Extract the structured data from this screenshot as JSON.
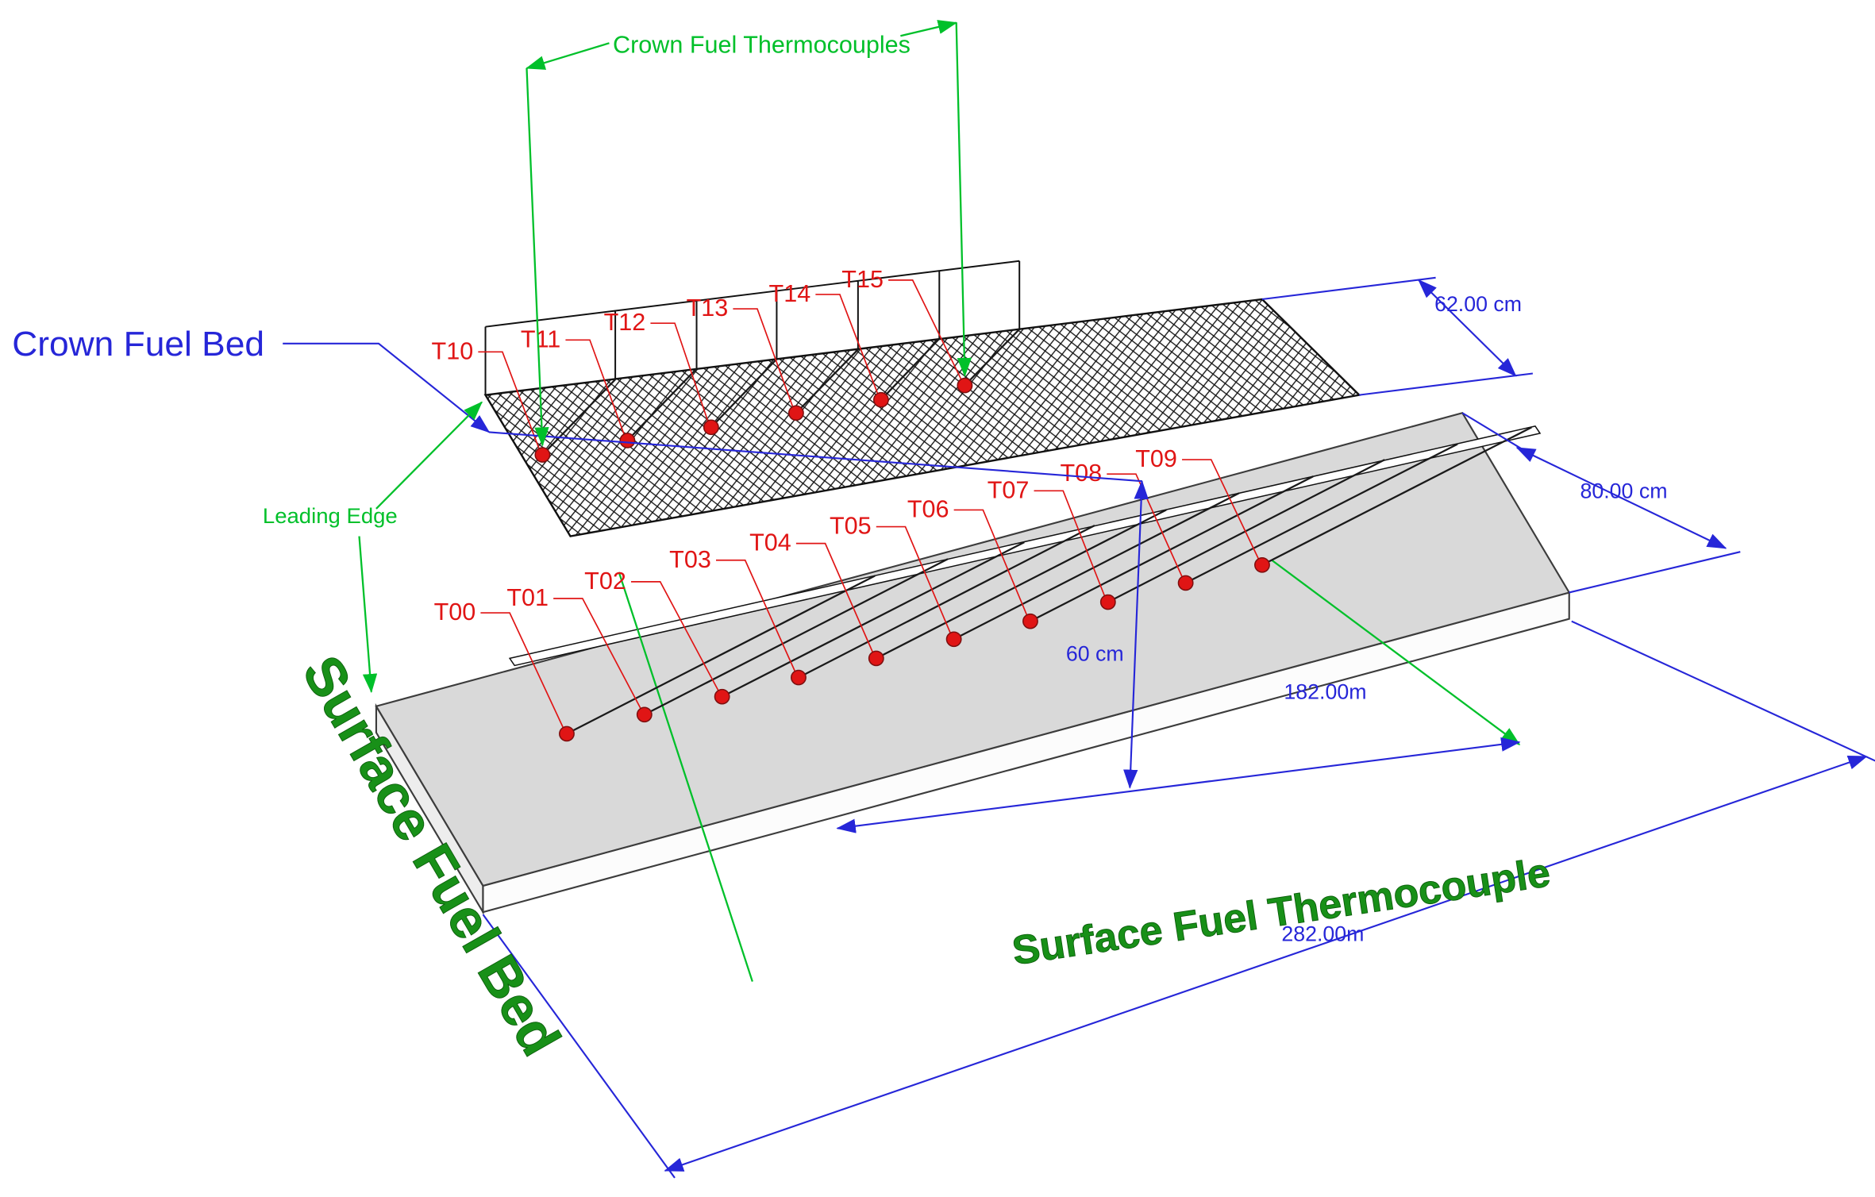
{
  "colors": {
    "green": "#00c02a",
    "dark_green": "#189018",
    "blue": "#2626d8",
    "red": "#e01515",
    "slab_top": "#d9d9d9"
  },
  "labels": {
    "crown_fuel_thermocouples": "Crown Fuel Thermocouples",
    "crown_fuel_bed": "Crown Fuel Bed",
    "leading_edge": "Leading Edge",
    "surface_fuel_bed": "Surface Fuel Bed",
    "surface_fuel_thermocouple": "Surface Fuel Thermocouple"
  },
  "dimensions": {
    "crown_bed_width": "62.00 cm",
    "surface_bed_width": "80.00 cm",
    "bed_gap_height": "60 cm",
    "thermocouple_span": "182.00m",
    "bed_length": "282.00m"
  },
  "thermocouples": {
    "surface": [
      "T00",
      "T01",
      "T02",
      "T03",
      "T04",
      "T05",
      "T06",
      "T07",
      "T08",
      "T09"
    ],
    "crown": [
      "T10",
      "T11",
      "T12",
      "T13",
      "T14",
      "T15"
    ]
  }
}
